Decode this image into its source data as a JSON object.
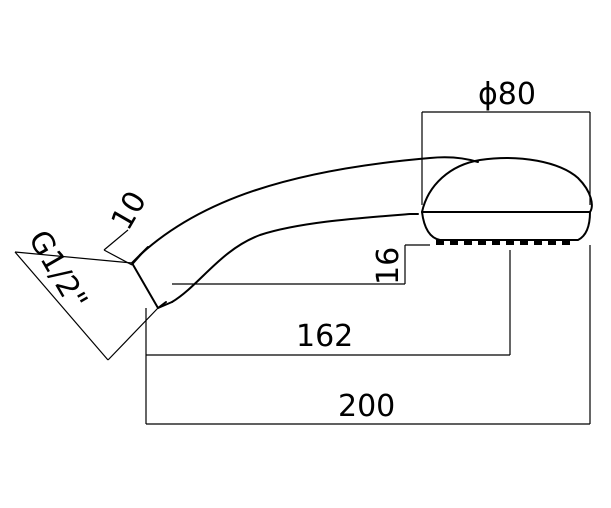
{
  "dimensions": {
    "diameter_head": "ϕ80",
    "thread": "G1/2\"",
    "connector_length": "10",
    "head_height": "16",
    "inner_length": "162",
    "total_length": "200"
  },
  "colors": {
    "line": "#000000",
    "background": "#ffffff"
  }
}
